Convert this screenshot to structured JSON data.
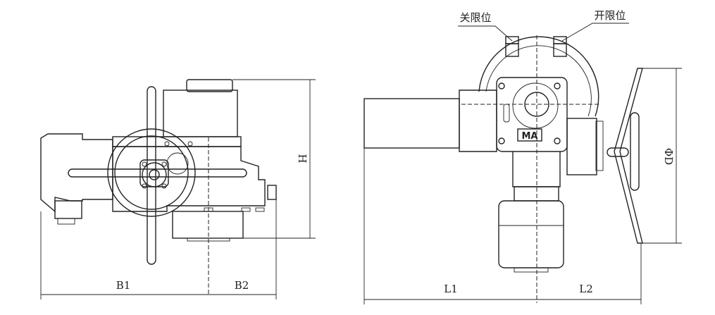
{
  "left_view": {
    "dimensions": {
      "b1": "B1",
      "b2": "B2",
      "h": "H"
    }
  },
  "right_view": {
    "callouts": {
      "close_limit": "关限位",
      "open_limit": "开限位"
    },
    "nameplate": "MA",
    "dimensions": {
      "l1": "L1",
      "l2": "L2",
      "phi_d": "ΦD"
    }
  }
}
